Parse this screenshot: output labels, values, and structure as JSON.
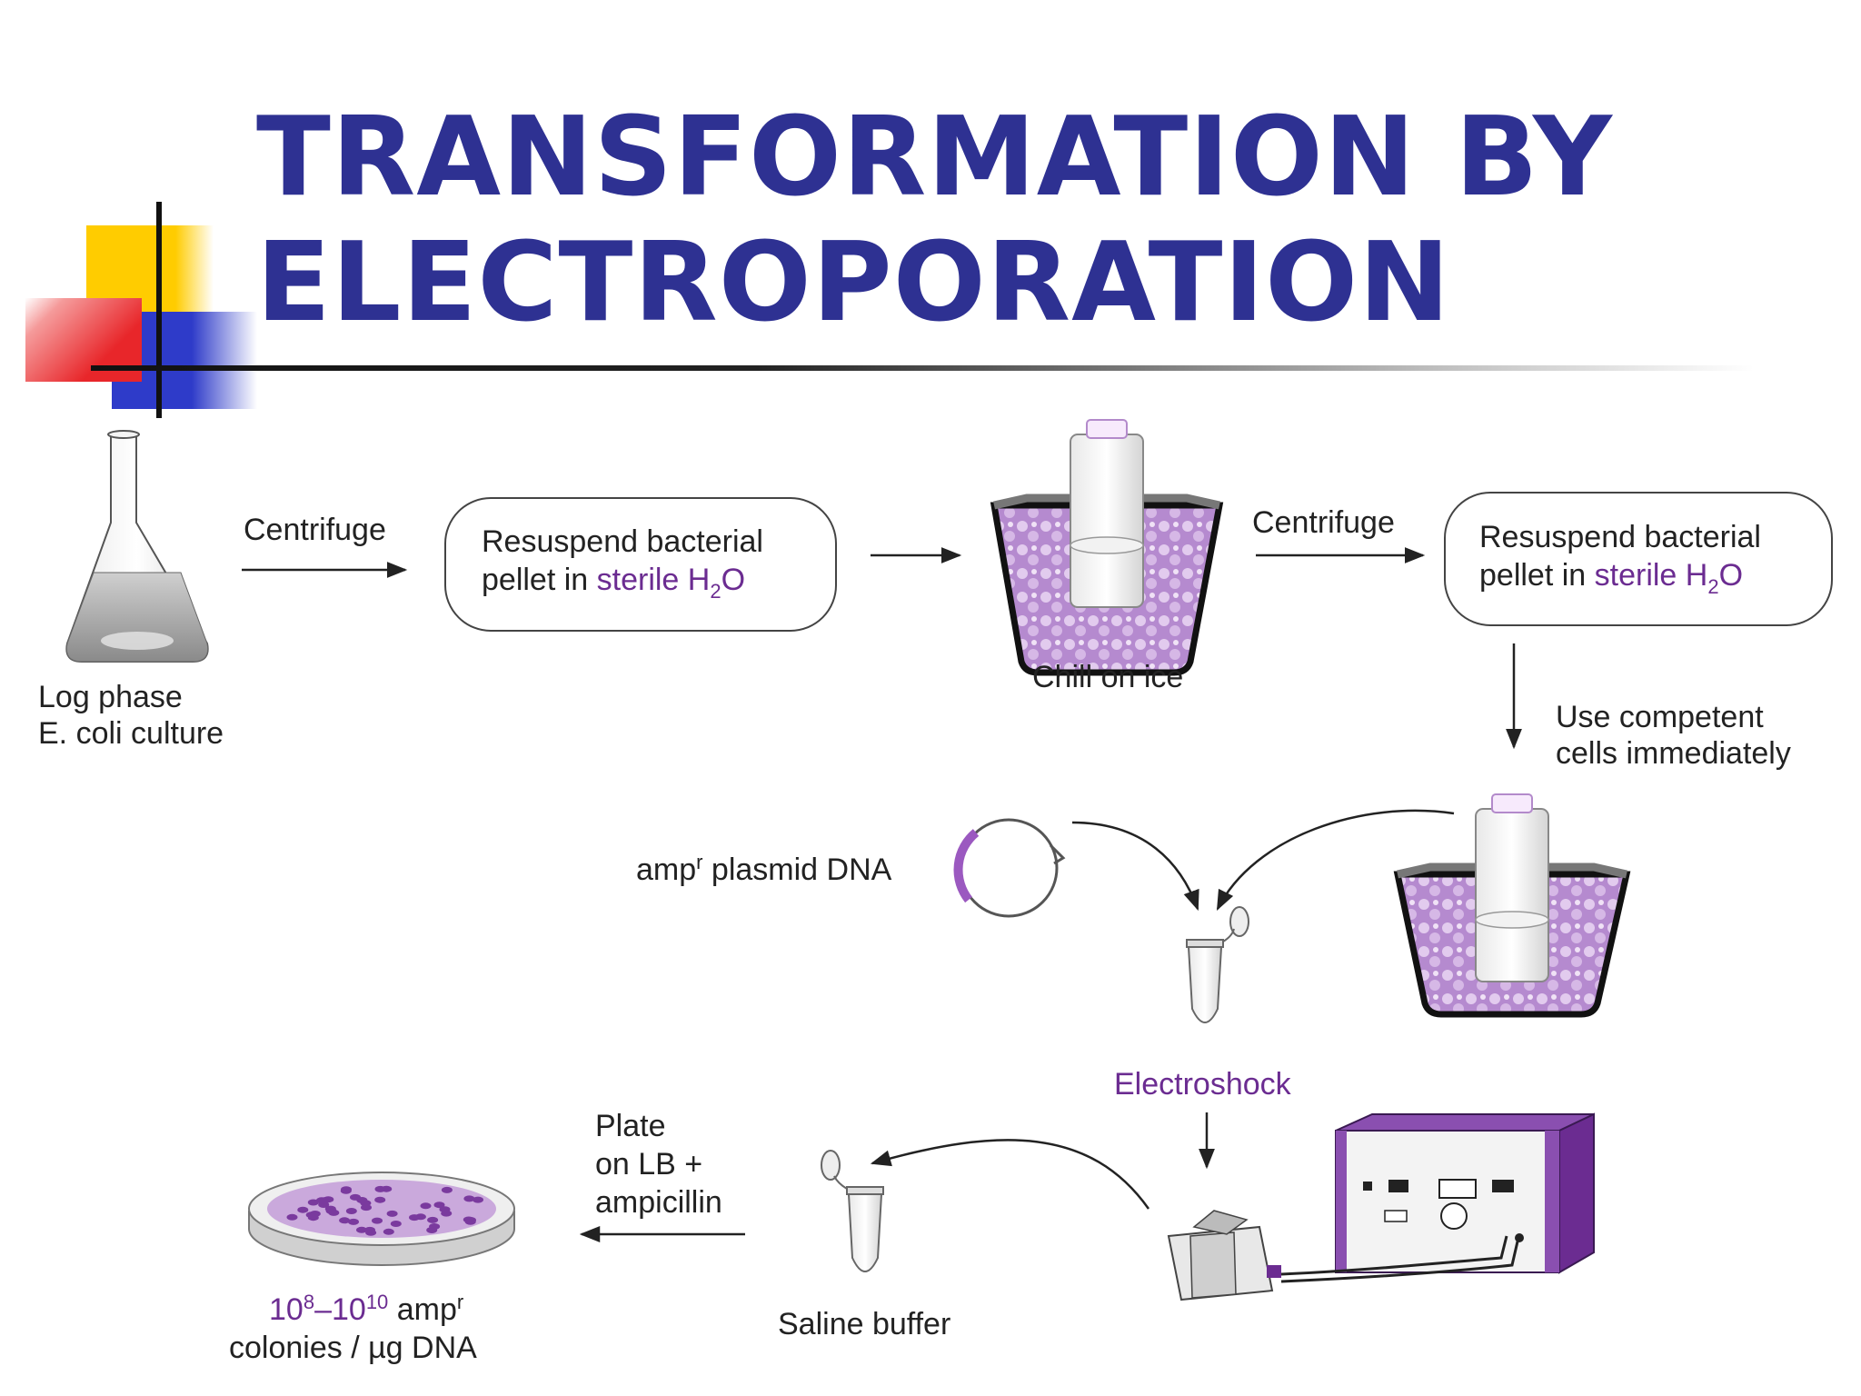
{
  "title": {
    "line1": "TRANSFORMATION BY",
    "line2": "ELECTROPORATION"
  },
  "colors": {
    "title": "#2E3192",
    "accent_yellow": "#FFCC00",
    "accent_red": "#E8262A",
    "accent_blue": "#2E3BC9",
    "highlight_purple": "#6B2C91",
    "ice_purple": "#B58ACF"
  },
  "steps": {
    "flask": {
      "label_line1": "Log phase",
      "label_line2": "E. coli culture"
    },
    "centrifuge_1": "Centrifuge",
    "resuspend_1": {
      "line1": "Resuspend bacterial",
      "line2_prefix": "pellet in ",
      "line2_highlight": "sterile H",
      "sub": "2",
      "tail": "O"
    },
    "chill": "Chill on ice",
    "centrifuge_2": "Centrifuge",
    "resuspend_2": {
      "line1": "Resuspend bacterial",
      "line2_prefix": "pellet in ",
      "line2_highlight": "sterile H",
      "sub": "2",
      "tail": "O"
    },
    "competent": {
      "line1": "Use competent",
      "line2": "cells immediately"
    },
    "plasmid": {
      "prefix": "amp",
      "sup": "r",
      "suffix": " plasmid DNA"
    },
    "electroshock": "Electroshock",
    "saline": "Saline buffer",
    "plate": {
      "line1": "Plate",
      "line2": "on LB +",
      "line3": "ampicillin"
    },
    "colonies": {
      "base1": "10",
      "exp1": "8",
      "dash": "–10",
      "exp2": "10",
      "amp": " amp",
      "amp_sup": "r",
      "line2": "colonies / µg DNA"
    }
  },
  "icons": [
    "flask-icon",
    "ice-bucket-icon",
    "plasmid-icon",
    "tube-icon",
    "electroporator-icon",
    "cuvette-icon",
    "petri-dish-icon"
  ]
}
